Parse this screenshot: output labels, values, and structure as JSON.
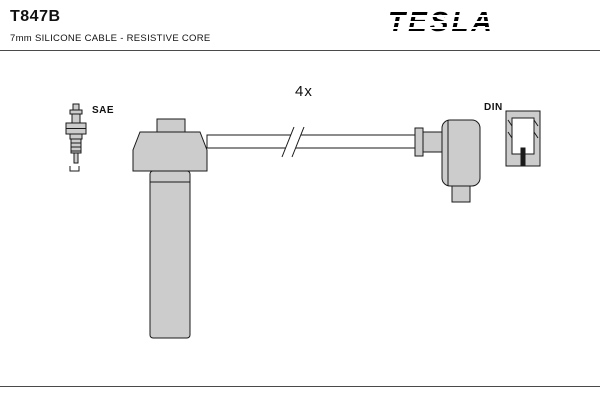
{
  "header": {
    "part_number": "T847B",
    "subtitle": "7mm SILICONE CABLE - RESISTIVE CORE",
    "brand": "TESLA"
  },
  "labels": {
    "quantity": "4x",
    "plug_standard": "SAE",
    "connector_standard": "DIN"
  },
  "colors": {
    "part_fill": "#cccccc",
    "stroke": "#1a1a1a",
    "rule": "#4a4a4a"
  }
}
